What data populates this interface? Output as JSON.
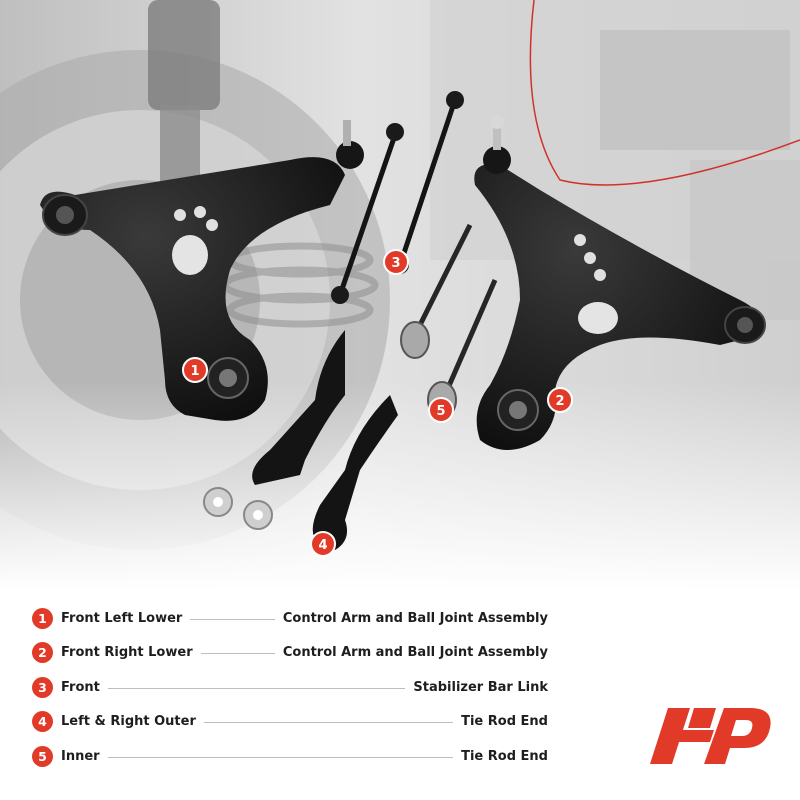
{
  "parts": [
    {
      "number": "1",
      "left_label": "Front Left Lower",
      "right_label": "Control Arm and Ball Joint Assembly"
    },
    {
      "number": "2",
      "left_label": "Front Right Lower",
      "right_label": "Control Arm and Ball Joint Assembly"
    },
    {
      "number": "3",
      "left_label": "Front",
      "right_label": "Stabilizer Bar Link"
    },
    {
      "number": "4",
      "left_label": "Left & Right Outer",
      "right_label": "Tie Rod End"
    },
    {
      "number": "5",
      "left_label": "Inner",
      "right_label": "Tie Rod End"
    }
  ],
  "colors": {
    "accent": "#e23a28",
    "text": "#1e1e1e",
    "leader_line": "#bdbdbd"
  },
  "icons": {
    "brand_logo": "a-premium-logo-icon"
  }
}
